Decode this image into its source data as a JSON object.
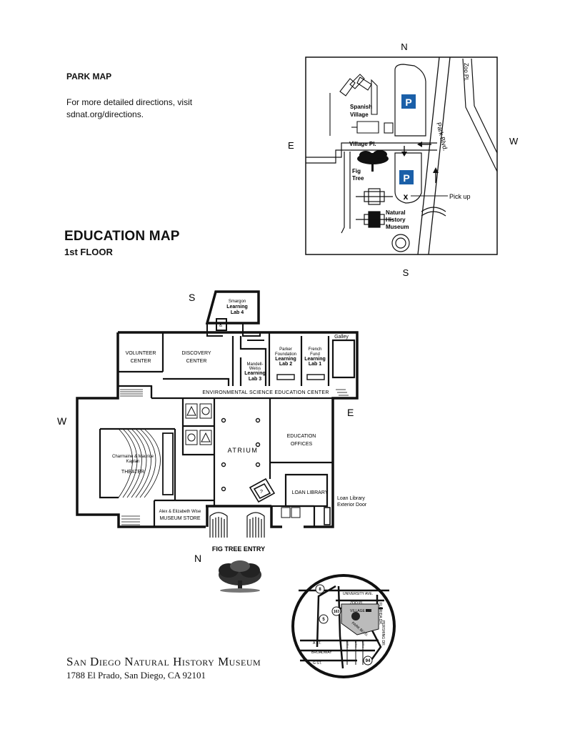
{
  "park_map": {
    "title": "PARK MAP",
    "directions": "For more detailed directions, visit sdnat.org/directions.",
    "compass": {
      "north": "N",
      "south": "S",
      "east": "E",
      "west": "W"
    },
    "labels": {
      "zoo_pl": "Zoo Pl.",
      "park_blvd": "Park Blvd.",
      "spanish_village_1": "Spanish",
      "spanish_village_2": "Village",
      "village_pl": "Village Pl.",
      "fig_tree_1": "Fig",
      "fig_tree_2": "Tree",
      "pick_up": "Pick up",
      "nhm_1": "Natural",
      "nhm_2": "History",
      "nhm_3": "Museum",
      "parking_1": "P",
      "parking_2": "P",
      "pickup_mark": "x"
    }
  },
  "education_map": {
    "title": "EDUCATION MAP",
    "floor": "1st FLOOR",
    "compass": {
      "south": "S",
      "west": "W",
      "east": "E",
      "north": "N"
    },
    "rooms": {
      "lab4_sponsor": "Smargon",
      "lab4_name_1": "Learning",
      "lab4_name_2": "Lab 4",
      "volunteer_1": "VOLUNTEER",
      "volunteer_2": "CENTER",
      "discovery_1": "DISCOVERY",
      "discovery_2": "CENTER",
      "lab3_sponsor_1": "Mandell-",
      "lab3_sponsor_2": "Weiss",
      "lab3_name_1": "Learning",
      "lab3_name_2": "Lab 3",
      "lab2_sponsor_1": "Parker",
      "lab2_sponsor_2": "Foundation",
      "lab2_name_1": "Learning",
      "lab2_name_2": "Lab 2",
      "lab1_sponsor_1": "French",
      "lab1_sponsor_2": "Fund",
      "lab1_name_1": "Learning",
      "lab1_name_2": "Lab 1",
      "galley": "Galley",
      "esec": "ENVIRONMENTAL SCIENCE EDUCATION CENTER",
      "atrium": "ATRIUM",
      "edu_offices_1": "EDUCATION",
      "edu_offices_2": "OFFICES",
      "theater_sponsor_1": "Charmaine & Maurice",
      "theater_sponsor_2": "Kaplan",
      "theater": "THEATER",
      "store_sponsor": "Alex & Elizabeth Wise",
      "store": "MUSEUM STORE",
      "loan_library": "LOAN LIBRARY",
      "loan_door_1": "Loan Library",
      "loan_door_2": "Exterior Door",
      "fig_tree_entry": "FIG TREE ENTRY"
    }
  },
  "locator_map": {
    "streets": {
      "university": "UNIVERSITY AVE.",
      "zoo": "ZOO PL.",
      "village": "VILLAGE PL.",
      "florida": "FLORIDA DR.",
      "park": "PARK BLVD.",
      "pershing": "PERSHING DR.",
      "a_st": "A ST.",
      "broadway": "BROADWAY",
      "g_st": "G ST.",
      "s10": "10TH",
      "s11": "11TH",
      "s12": "12TH"
    },
    "routes": {
      "r8": "8",
      "r163": "163",
      "r5": "5",
      "r94": "94"
    }
  },
  "footer": {
    "museum_name": "San Diego Natural History Museum",
    "address": "1788 El Prado, San Diego, CA 92101"
  }
}
